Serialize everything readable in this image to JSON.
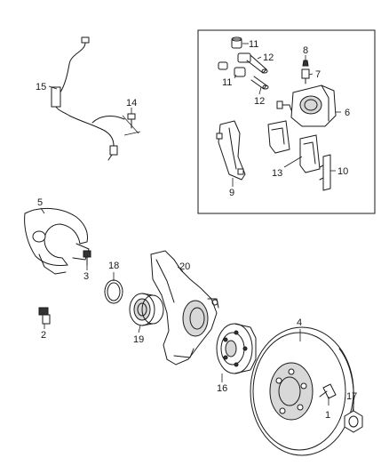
{
  "callouts": {
    "c1": "1",
    "c2": "2",
    "c3": "3",
    "c4": "4",
    "c5": "5",
    "c6": "6",
    "c7": "7",
    "c8": "8",
    "c9": "9",
    "c10": "10",
    "c11a": "11",
    "c11b": "11",
    "c12a": "12",
    "c12b": "12",
    "c13": "13",
    "c14": "14",
    "c15": "15",
    "c16": "16",
    "c17": "17",
    "c18": "18",
    "c19": "19",
    "c20": "20"
  }
}
